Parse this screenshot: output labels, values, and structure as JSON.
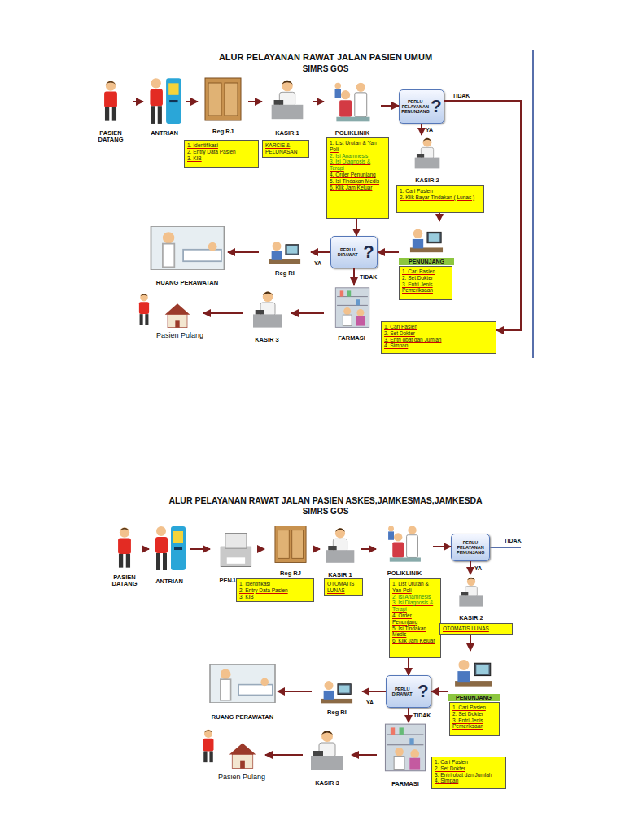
{
  "diagram": {
    "title": "ALUR PELAYANAN RAWAT JALAN PASIEN UMUM",
    "nodes": [
      {
        "text": [
          "PASIEN DATANG"
        ]
      },
      {
        "text": [
          "ANTRIAN"
        ]
      },
      {
        "text": [
          "Reg RJ"
        ]
      },
      {
        "text": [
          "KASIR 1"
        ]
      },
      {
        "text": [
          "POLIKLINIK"
        ]
      },
      {
        "text": [
          "PERLU PELAYANAN PENUNJANG",
          "?"
        ]
      },
      {
        "text": [
          "1. Identifikasi",
          "2. Entry Data Pasien",
          "3. KIB"
        ]
      },
      {
        "text": [
          "KARCIS & PELUNASAN"
        ]
      },
      {
        "text": [
          "1. List Urutan & Yan Poli",
          "2. Isi Anamnesis",
          "3. Isi Diagnosis & Terapi",
          "4. Order Penunjang",
          "5. Isi Tindakan Medis",
          "6. Klik Jam Keluar"
        ]
      },
      {
        "text": [
          "KASIR 2"
        ]
      },
      {
        "text": [
          "1. Cari Pasien",
          "2. Klik Bayar Tindakan ( Lunas )"
        ]
      },
      {
        "text": [
          "PENUNJANG"
        ]
      },
      {
        "text": [
          "1. Cari Pasien",
          "2. Set Dokter",
          "3. Entri Jenis Pemeriksaan"
        ]
      },
      {
        "text": [
          "PERLU DIRAWAT",
          "?"
        ]
      },
      {
        "text": [
          "Reg RI"
        ]
      },
      {
        "text": [
          "RUANG PERAWATAN"
        ]
      },
      {
        "text": [
          "FARMASI"
        ]
      },
      {
        "text": [
          "1. Cari Pasien",
          "2. Set Dokter",
          "3. Entri obat dan Jumlah",
          "4. Simpan"
        ]
      },
      {
        "text": [
          "KASIR 3"
        ]
      },
      {
        "text": [
          "Pasien Pulang"
        ]
      },
      {
        "text": [
          "PASIEN DATANG"
        ]
      },
      {
        "text": [
          "ANTRIAN"
        ]
      },
      {
        "text": [
          "PENJAMIN"
        ]
      },
      {
        "text": [
          "Reg RJ"
        ]
      },
      {
        "text": [
          "KASIR 1"
        ]
      },
      {
        "text": [
          "POLIKLINIK"
        ]
      },
      {
        "text": [
          "PERLU PELAYANAN PENUNJANG"
        ]
      },
      {
        "text": [
          "1. Identifikasi",
          "2. Entry Data Pasien",
          "3. KIB"
        ]
      },
      {
        "text": [
          "OTOMATIS LUNAS"
        ]
      },
      {
        "text": [
          "1. List Urutan & Yan Poli",
          "2. Isi Anamnesis",
          "3. Isi Diagnosis & Terapi",
          "4. Order Penunjang",
          "5. Isi Tindakan Medis",
          "6. Klik Jam Keluar"
        ]
      },
      {
        "text": [
          "KASIR 2"
        ]
      },
      {
        "text": [
          "OTOMATIS LUNAS"
        ]
      },
      {
        "text": [
          "PENUNJANG"
        ]
      },
      {
        "text": [
          "1. Cari Pasien",
          "2. Set Dokter",
          "3. Entri Jenis Pemeriksaan"
        ]
      },
      {
        "text": [
          "PERLU DIRAWAT",
          "?"
        ]
      },
      {
        "text": [
          "Reg RI"
        ]
      },
      {
        "text": [
          "RUANG PERAWATAN"
        ]
      },
      {
        "text": [
          "FARMASI"
        ]
      },
      {
        "text": [
          "1. Cari Pasien",
          "2. Set Dokter",
          "3. Entri obat dan Jumlah",
          "4. Simpan"
        ]
      },
      {
        "text": [
          "KASIR 3"
        ]
      },
      {
        "text": [
          "Pasien Pulang"
        ]
      }
    ],
    "edges": [
      {
        "from": 0,
        "to": 1,
        "arrow": "to"
      },
      {
        "from": 1,
        "to": 2,
        "arrow": "to"
      },
      {
        "from": 2,
        "to": 3,
        "arrow": "to"
      },
      {
        "from": 3,
        "to": 4,
        "arrow": "to"
      },
      {
        "from": 4,
        "to": 5,
        "arrow": "to"
      },
      {
        "from": 5,
        "to": 9,
        "label": "YA",
        "arrow": "to"
      },
      {
        "from": 5,
        "to": 17,
        "label": "TIDAK",
        "arrow": "to"
      },
      {
        "from": 8,
        "to": 13,
        "arrow": "to"
      },
      {
        "from": 10,
        "to": 11,
        "arrow": "to"
      },
      {
        "from": 11,
        "to": 13,
        "arrow": "to"
      },
      {
        "from": 13,
        "to": 14,
        "label": "YA",
        "arrow": "to"
      },
      {
        "from": 14,
        "to": 15,
        "arrow": "to"
      },
      {
        "from": 13,
        "to": 16,
        "label": "TIDAK",
        "arrow": "to"
      },
      {
        "from": 16,
        "to": 18,
        "arrow": "to"
      },
      {
        "from": 18,
        "to": 19,
        "arrow": "to"
      },
      {
        "from": 20,
        "to": 21,
        "arrow": "to"
      },
      {
        "from": 21,
        "to": 22,
        "arrow": "to"
      },
      {
        "from": 22,
        "to": 23,
        "arrow": "to"
      },
      {
        "from": 23,
        "to": 24,
        "arrow": "to"
      },
      {
        "from": 24,
        "to": 25,
        "arrow": "to"
      },
      {
        "from": 25,
        "to": 26,
        "arrow": "to"
      },
      {
        "from": 26,
        "to": 30,
        "label": "YA",
        "arrow": "to"
      },
      {
        "from": 31,
        "to": 32,
        "arrow": "to"
      },
      {
        "from": 29,
        "to": 34,
        "arrow": "to"
      },
      {
        "from": 32,
        "to": 34,
        "arrow": "to"
      },
      {
        "from": 34,
        "to": 35,
        "label": "YA",
        "arrow": "to"
      },
      {
        "from": 35,
        "to": 36,
        "arrow": "to"
      },
      {
        "from": 34,
        "to": 37,
        "label": "TIDAK",
        "arrow": "to"
      },
      {
        "from": 37,
        "to": 39,
        "arrow": "to"
      },
      {
        "from": 39,
        "to": 40,
        "arrow": "to"
      }
    ],
    "labels": [
      "SIMRS GOS",
      "ALUR PELAYANAN RAWAT JALAN PASIEN ASKES,JAMKESMAS,JAMKESDA",
      "SIMRS GOS",
      "TIDAK"
    ]
  }
}
